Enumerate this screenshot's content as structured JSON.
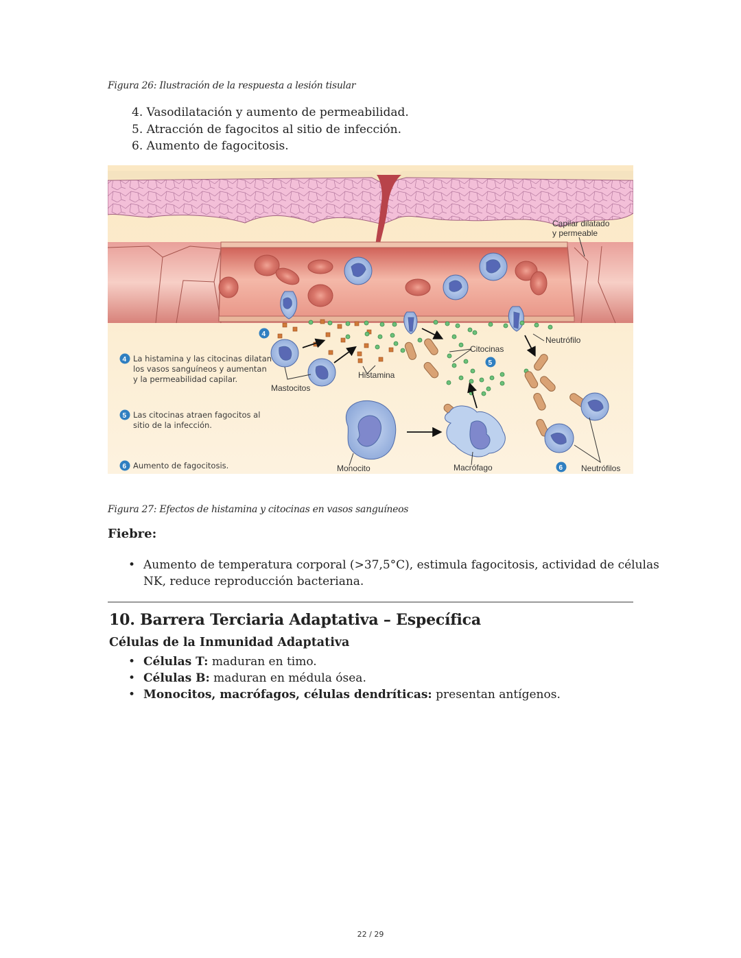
{
  "figure26": {
    "caption": "Figura 26: Ilustración de la respuesta a lesión tisular"
  },
  "steps": [
    {
      "text": "4. Vasodilatación y aumento de permeabilidad."
    },
    {
      "text": "5. Atracción de fagocitos al sitio de infección."
    },
    {
      "text": "6. Aumento de fagocitosis."
    }
  ],
  "figure27": {
    "caption": "Figura 27: Efectos de histamina y citocinas en vasos sanguíneos",
    "labels": {
      "capilar_line1": "Capilar dilatado",
      "capilar_line2": "y permeable",
      "neutrofilo": "Neutrófilo",
      "citocinas": "Citocinas",
      "histamina": "Histamina",
      "mastocitos": "Mastocitos",
      "monocito": "Monocito",
      "macrofago": "Macrófago",
      "neutrofilos": "Neutrófilos"
    },
    "badges": {
      "four": "4",
      "five": "5",
      "six": "6"
    },
    "notes": [
      {
        "badge": "4",
        "lines": [
          "La histamina y las citocinas dilatan",
          "los vasos sanguíneos y aumentan",
          "y la permeabilidad capilar."
        ]
      },
      {
        "badge": "5",
        "lines": [
          "Las citocinas atraen fagocitos al",
          "sitio de la infección."
        ]
      },
      {
        "badge": "6",
        "lines": [
          "Aumento de fagocitosis."
        ]
      }
    ],
    "colors": {
      "badge_blue": "#2f7fc1",
      "cytokine_green": "#5fb86a",
      "histamine_orange": "#c9692e",
      "skin_pink": "#f0b6d0",
      "vessel_red": "#d9736a"
    }
  },
  "fiebre": {
    "heading": "Fiebre:",
    "bullets": [
      {
        "line1": "Aumento de temperatura corporal (>37,5°C), estimula fagocitosis, actividad de células",
        "line2": "NK, reduce reproducción bacteriana."
      }
    ]
  },
  "section10": {
    "heading": "10. Barrera Terciaria Adaptativa – Específica",
    "subheading": "Células de la Inmunidad Adaptativa",
    "items": [
      {
        "term": "Células T:",
        "desc": " maduran en timo."
      },
      {
        "term": "Células B:",
        "desc": " maduran en médula ósea."
      },
      {
        "term": "Monocitos, macrófagos, células dendríticas:",
        "desc": " presentan antígenos."
      }
    ]
  },
  "footer": {
    "page": "22 / 29"
  }
}
